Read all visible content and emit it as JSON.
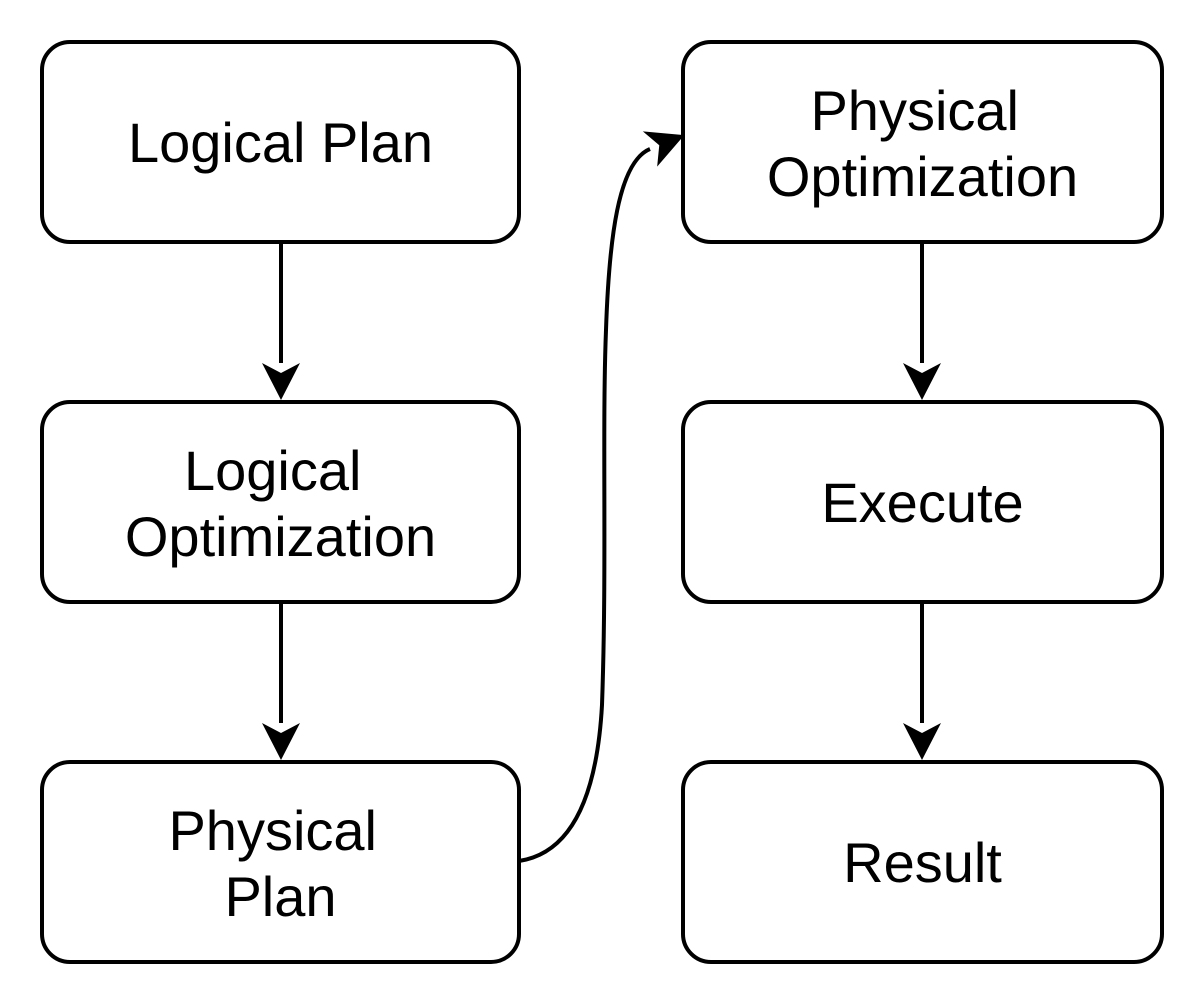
{
  "diagram": {
    "type": "flowchart",
    "background_color": "#ffffff",
    "node_fill_color": "#ffffff",
    "node_border_color": "#000000",
    "text_color": "#000000",
    "nodes": [
      {
        "id": "logical-plan",
        "label": "Logical Plan",
        "lines": [
          "Logical Plan"
        ]
      },
      {
        "id": "logical-optimization",
        "label": "Logical Optimization",
        "lines": [
          "Logical",
          "Optimization"
        ]
      },
      {
        "id": "physical-plan",
        "label": "Physical Plan",
        "lines": [
          "Physical",
          "Plan"
        ]
      },
      {
        "id": "physical-optimization",
        "label": "Physical Optimization",
        "lines": [
          "Physical",
          "Optimization"
        ]
      },
      {
        "id": "execute",
        "label": "Execute",
        "lines": [
          "Execute"
        ]
      },
      {
        "id": "result",
        "label": "Result",
        "lines": [
          "Result"
        ]
      }
    ],
    "edges": [
      {
        "from": "Logical Plan",
        "to": "Logical Optimization",
        "style": "straight-down"
      },
      {
        "from": "Logical Optimization",
        "to": "Physical Plan",
        "style": "straight-down"
      },
      {
        "from": "Physical Plan",
        "to": "Physical Optimization",
        "style": "curved-up-right"
      },
      {
        "from": "Physical Optimization",
        "to": "Execute",
        "style": "straight-down"
      },
      {
        "from": "Execute",
        "to": "Result",
        "style": "straight-down"
      }
    ]
  }
}
